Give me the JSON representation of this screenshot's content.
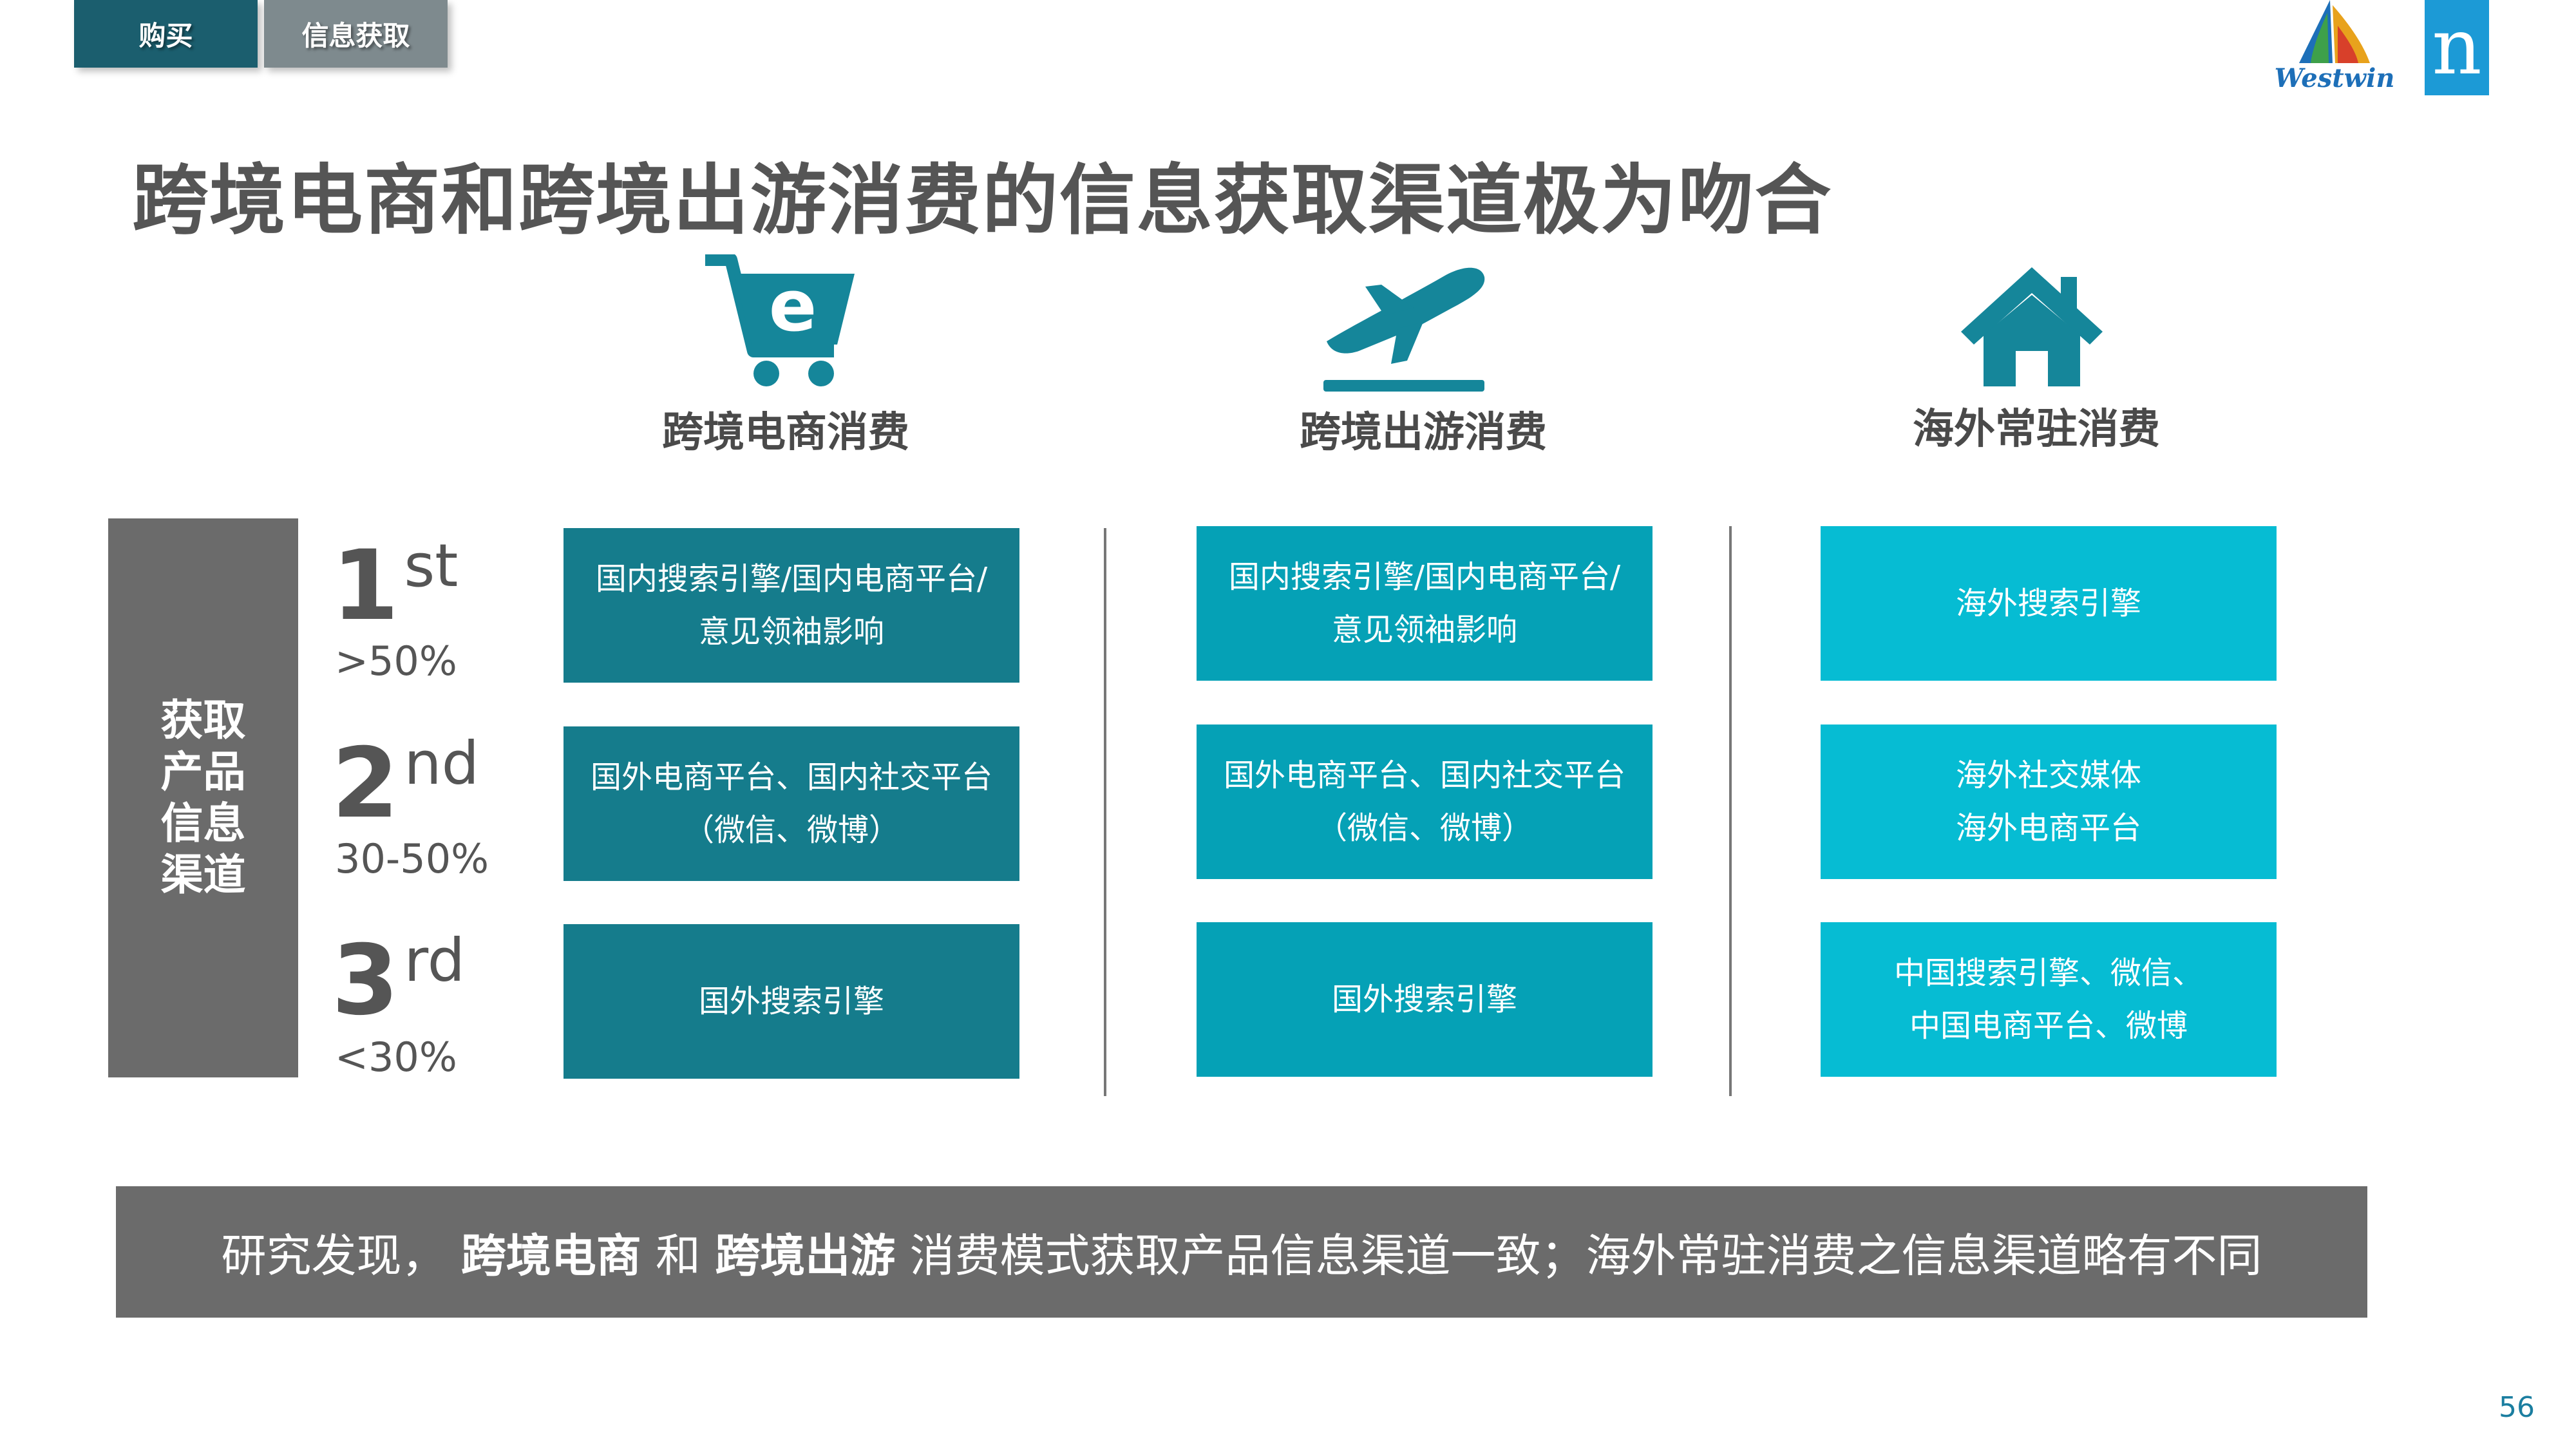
{
  "tabs": [
    {
      "label": "购买",
      "active": true
    },
    {
      "label": "信息获取",
      "active": false
    }
  ],
  "logos": {
    "westwin": "Westwin",
    "nielsen": "n"
  },
  "title": "跨境电商和跨境出游消费的信息获取渠道极为吻合",
  "columns": [
    {
      "label": "跨境电商消费",
      "icon": "shopping-cart-icon"
    },
    {
      "label": "跨境出游消费",
      "icon": "airplane-takeoff-icon"
    },
    {
      "label": "海外常驻消费",
      "icon": "house-icon"
    }
  ],
  "side_label": "获取产品信息渠道",
  "ranks": [
    {
      "num": "1",
      "suffix": "st",
      "pct": ">50%"
    },
    {
      "num": "2",
      "suffix": "nd",
      "pct": "30-50%"
    },
    {
      "num": "3",
      "suffix": "rd",
      "pct": "<30%"
    }
  ],
  "grid": [
    [
      {
        "line1": "国内搜索引擎/国内电商平台/",
        "line2": "意见领袖影响"
      },
      {
        "line1": "国外电商平台、国内社交平台",
        "line2": "（微信、微博）"
      },
      {
        "line1": "国外搜索引擎",
        "line2": ""
      }
    ],
    [
      {
        "line1": "国内搜索引擎/国内电商平台/",
        "line2": "意见领袖影响"
      },
      {
        "line1": "国外电商平台、国内社交平台",
        "line2": "（微信、微博）"
      },
      {
        "line1": "国外搜索引擎",
        "line2": ""
      }
    ],
    [
      {
        "line1": "海外搜索引擎",
        "line2": ""
      },
      {
        "line1": "海外社交媒体",
        "line2": "海外电商平台"
      },
      {
        "line1": "中国搜索引擎、微信、",
        "line2": "中国电商平台、微博"
      }
    ]
  ],
  "banner": {
    "part1": "研究发现，",
    "bold1": "跨境电商",
    "part2": "和",
    "bold2": "跨境出游",
    "part3": "消费模式获取产品信息渠道一致；海外常驻消费之信息渠道略有不同"
  },
  "page_number": "56",
  "colors": {
    "column1": "#157c8c",
    "column2": "#05a1b6",
    "column3": "#06bcd3",
    "icon": "#15869a",
    "gray": "#6b6b6b"
  }
}
